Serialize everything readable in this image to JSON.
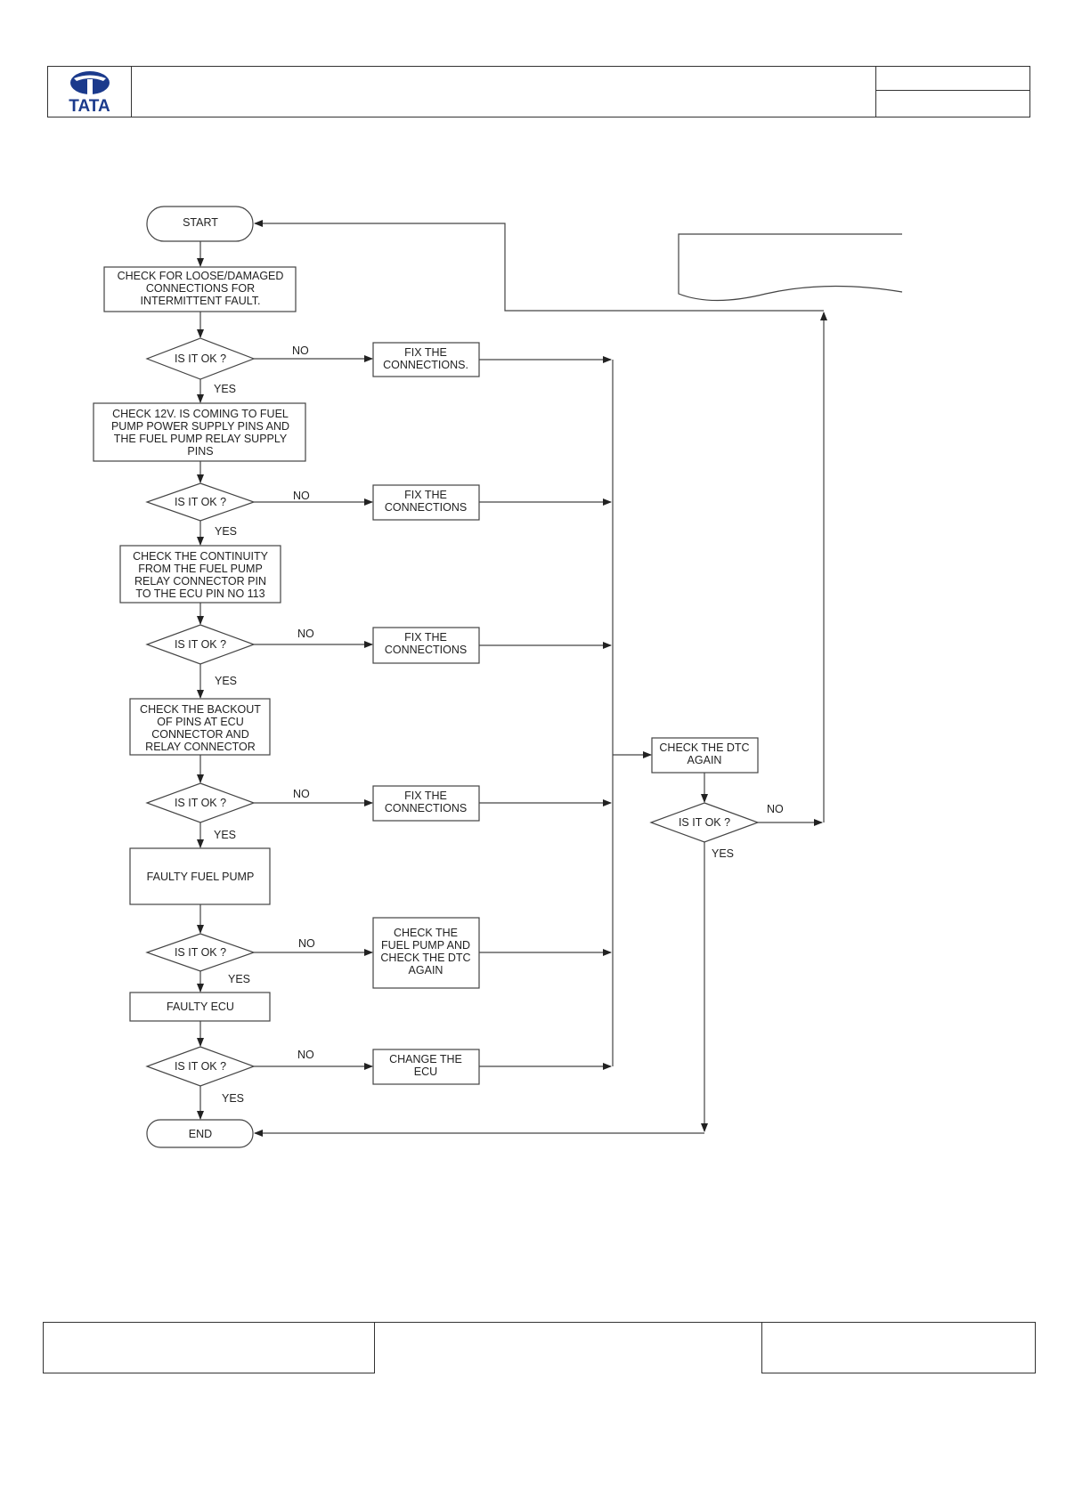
{
  "logo": {
    "text": "TATA",
    "color": "#1b3a8c"
  },
  "flowchart": {
    "start": "START",
    "end": "END",
    "steps": {
      "s1": [
        "CHECK FOR LOOSE/DAMAGED",
        "CONNECTIONS FOR",
        "INTERMITTENT FAULT."
      ],
      "s2": [
        "CHECK 12V. IS COMING TO FUEL",
        "PUMP POWER SUPPLY PINS AND",
        "THE FUEL PUMP RELAY SUPPLY",
        "PINS"
      ],
      "s3": [
        "CHECK THE CONTINUITY",
        "FROM THE FUEL PUMP",
        "RELAY CONNECTOR PIN",
        "TO THE ECU PIN NO 113"
      ],
      "s4": [
        "CHECK THE BACKOUT",
        "OF PINS AT ECU",
        "CONNECTOR AND",
        "RELAY CONNECTOR"
      ],
      "s5": [
        "FAULTY FUEL PUMP"
      ],
      "s6": [
        "FAULTY ECU"
      ]
    },
    "decision": "IS IT OK ?",
    "yes": "YES",
    "no": "NO",
    "fixes": {
      "f1": [
        "FIX THE",
        "CONNECTIONS."
      ],
      "f2": [
        "FIX THE",
        "CONNECTIONS"
      ],
      "f3": [
        "FIX THE",
        "CONNECTIONS"
      ],
      "f4": [
        "FIX THE",
        "CONNECTIONS"
      ],
      "f5": [
        "CHECK THE",
        "FUEL PUMP AND",
        "CHECK THE DTC",
        "AGAIN"
      ],
      "f6": [
        "CHANGE THE",
        "ECU"
      ]
    },
    "dtc_check": [
      "CHECK THE DTC",
      "AGAIN"
    ]
  }
}
